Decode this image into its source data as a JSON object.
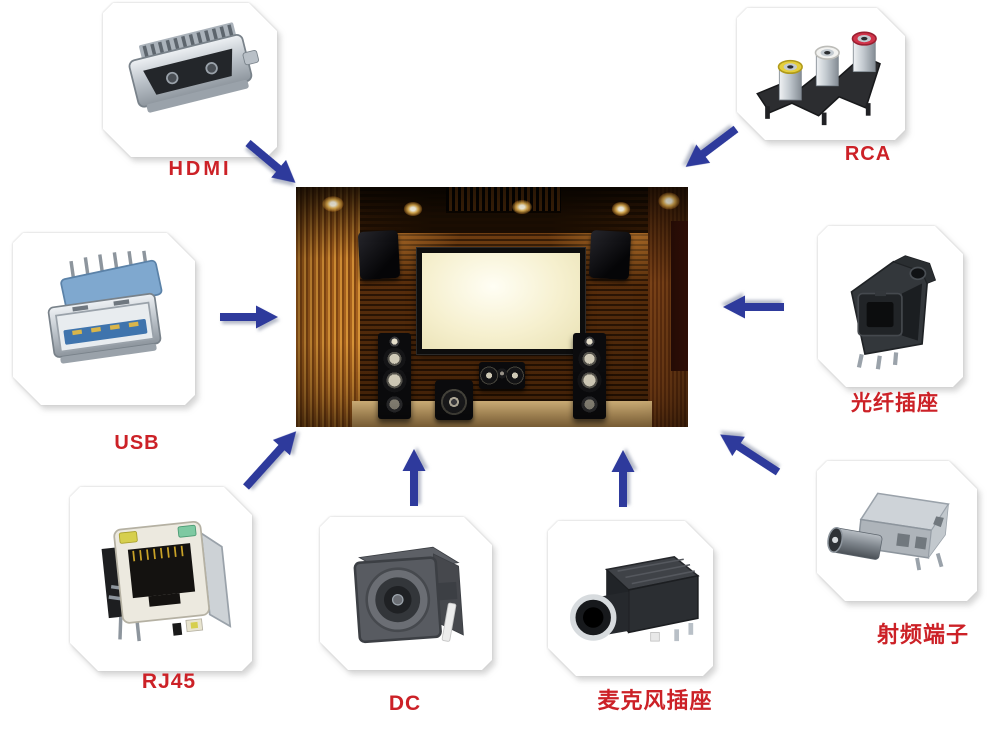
{
  "diagram": {
    "center": {
      "id": "home-theater",
      "kind": "photo",
      "icon": "home-theater-room-photo"
    },
    "items": [
      {
        "id": "hdmi",
        "label": "HDMI",
        "icon": "hdmi-connector-image",
        "position": "top-left"
      },
      {
        "id": "rca",
        "label": "RCA",
        "icon": "rca-connector-image",
        "position": "top-right"
      },
      {
        "id": "usb",
        "label": "USB",
        "icon": "usb-connector-image",
        "position": "middle-left"
      },
      {
        "id": "optical",
        "label": "光纤插座",
        "icon": "optical-toslink-connector-image",
        "position": "middle-right"
      },
      {
        "id": "rj45",
        "label": "RJ45",
        "icon": "rj45-connector-image",
        "position": "bottom-left"
      },
      {
        "id": "dc",
        "label": "DC",
        "icon": "dc-power-jack-image",
        "position": "bottom-center-left"
      },
      {
        "id": "mic",
        "label": "麦克风插座",
        "icon": "microphone-jack-image",
        "position": "bottom-center-right"
      },
      {
        "id": "rf",
        "label": "射频端子",
        "icon": "rf-terminal-image",
        "position": "bottom-right"
      }
    ],
    "connections": [
      {
        "from": "hdmi",
        "to": "home-theater"
      },
      {
        "from": "rca",
        "to": "home-theater"
      },
      {
        "from": "usb",
        "to": "home-theater"
      },
      {
        "from": "optical",
        "to": "home-theater"
      },
      {
        "from": "rj45",
        "to": "home-theater"
      },
      {
        "from": "dc",
        "to": "home-theater"
      },
      {
        "from": "mic",
        "to": "home-theater"
      },
      {
        "from": "rf",
        "to": "home-theater"
      }
    ],
    "colors": {
      "label_red": "#cc2127",
      "arrow_blue": "#2e3a9c",
      "background": "#ffffff"
    }
  }
}
